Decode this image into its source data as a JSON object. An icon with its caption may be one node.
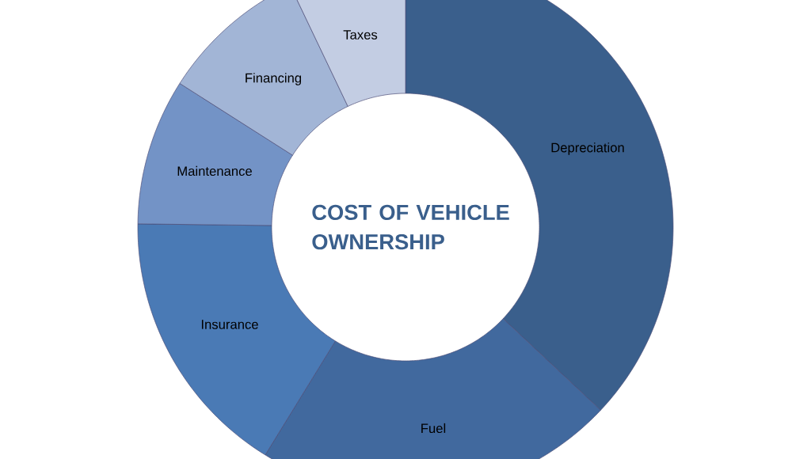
{
  "diagram": {
    "title": "COST OF VEHICLE OWNERSHIP",
    "nodes": [
      {
        "text": [
          "Depreciation"
        ]
      },
      {
        "text": [
          "Fuel"
        ]
      },
      {
        "text": [
          "Insurance"
        ]
      },
      {
        "text": [
          "Maintenance"
        ]
      },
      {
        "text": [
          "Financing"
        ]
      },
      {
        "text": [
          "Taxes"
        ]
      }
    ]
  }
}
